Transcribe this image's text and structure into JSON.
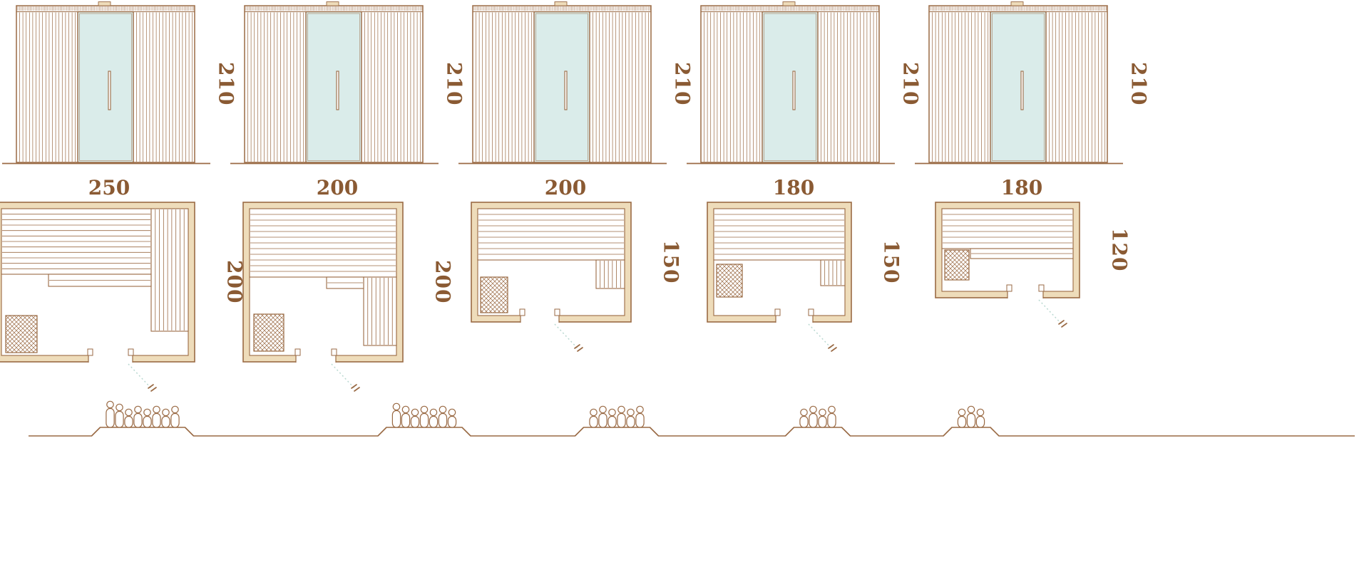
{
  "diagram": {
    "kind": "sauna-size-chart",
    "views": [
      "front-elevation",
      "floor-plan",
      "seating-capacity"
    ]
  },
  "colors": {
    "line": "#9a6a44",
    "label_text": "#8a5a33",
    "glass": "#daecea",
    "wall_fill": "#eedcba",
    "swing": "#b9d8d0",
    "background": "#ffffff"
  },
  "saunas": [
    {
      "name": "sauna-250x200",
      "elevation_height_cm": "210",
      "plan_width_cm": "250",
      "plan_depth_cm": "200",
      "capacity_persons": 8
    },
    {
      "name": "sauna-200x200",
      "elevation_height_cm": "210",
      "plan_width_cm": "200",
      "plan_depth_cm": "200",
      "capacity_persons": 7
    },
    {
      "name": "sauna-200x150",
      "elevation_height_cm": "210",
      "plan_width_cm": "200",
      "plan_depth_cm": "150",
      "capacity_persons": 6
    },
    {
      "name": "sauna-180x150",
      "elevation_height_cm": "210",
      "plan_width_cm": "180",
      "plan_depth_cm": "150",
      "capacity_persons": 4
    },
    {
      "name": "sauna-180x120",
      "elevation_height_cm": "210",
      "plan_width_cm": "180",
      "plan_depth_cm": "120",
      "capacity_persons": 3
    }
  ]
}
